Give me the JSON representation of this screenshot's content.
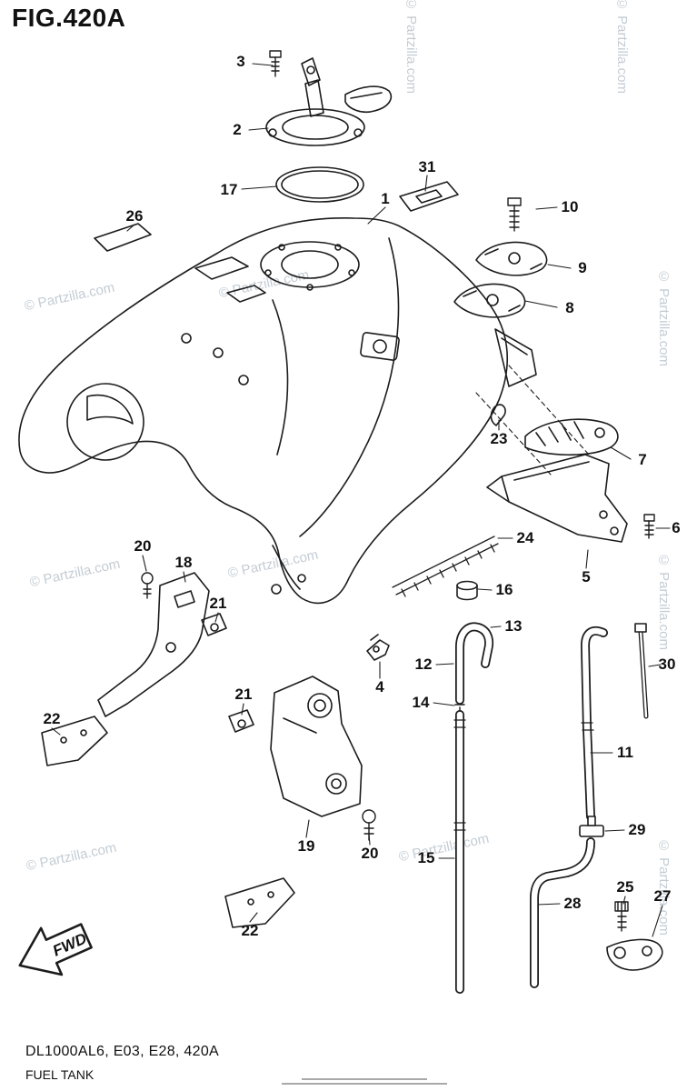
{
  "figure": {
    "title": "FIG.420A",
    "model_line": "DL1000AL6, E03, E28, 420A",
    "diagram_name": "FUEL TANK",
    "fwd_label": "FWD"
  },
  "watermark": {
    "text": "© Partzilla.com",
    "color": "#c3ccd4"
  },
  "part_labels": [
    "3",
    "2",
    "17",
    "1",
    "31",
    "10",
    "9",
    "8",
    "26",
    "23",
    "7",
    "6",
    "5",
    "24",
    "16",
    "13",
    "12",
    "14",
    "20",
    "18",
    "21",
    "22",
    "21",
    "4",
    "30",
    "11",
    "15",
    "19",
    "20",
    "29",
    "28",
    "25",
    "27",
    "22"
  ]
}
